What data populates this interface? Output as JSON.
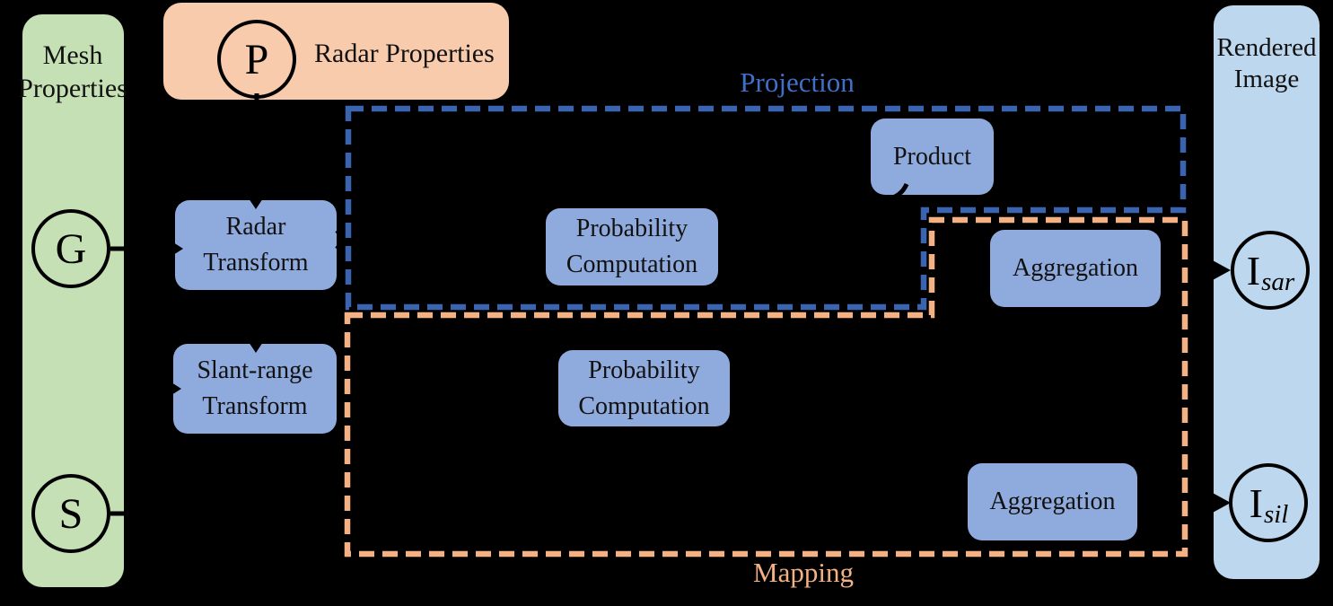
{
  "colors": {
    "background": "#000000",
    "mesh-panel": "#c5e0b4",
    "radar-panel": "#f8cbad",
    "process-box": "#8faadc",
    "output-panel": "#bdd7ee",
    "projection-accent": "#3a63b0",
    "projection-label": "#4170c9",
    "mapping-accent": "#f4b183",
    "stroke": "#000000"
  },
  "mesh_panel": {
    "title": "Mesh\nProperties",
    "nodes": [
      {
        "label": "G"
      },
      {
        "label": "S"
      }
    ]
  },
  "radar_panel": {
    "title": "Radar Properties",
    "node": {
      "label": "P"
    }
  },
  "output_panel": {
    "title": "Rendered\nImage",
    "nodes": [
      {
        "base": "I",
        "subscript": "sar"
      },
      {
        "base": "I",
        "subscript": "sil"
      }
    ]
  },
  "regions": [
    {
      "label": "Projection"
    },
    {
      "label": "Mapping"
    }
  ],
  "blocks": [
    {
      "label": "Radar\nTransform"
    },
    {
      "label": "Probability\nComputation"
    },
    {
      "label": "Product"
    },
    {
      "label": "Aggregation"
    },
    {
      "label": "Slant-range\nTransform"
    },
    {
      "label": "Probability\nComputation"
    },
    {
      "label": "Aggregation"
    }
  ]
}
